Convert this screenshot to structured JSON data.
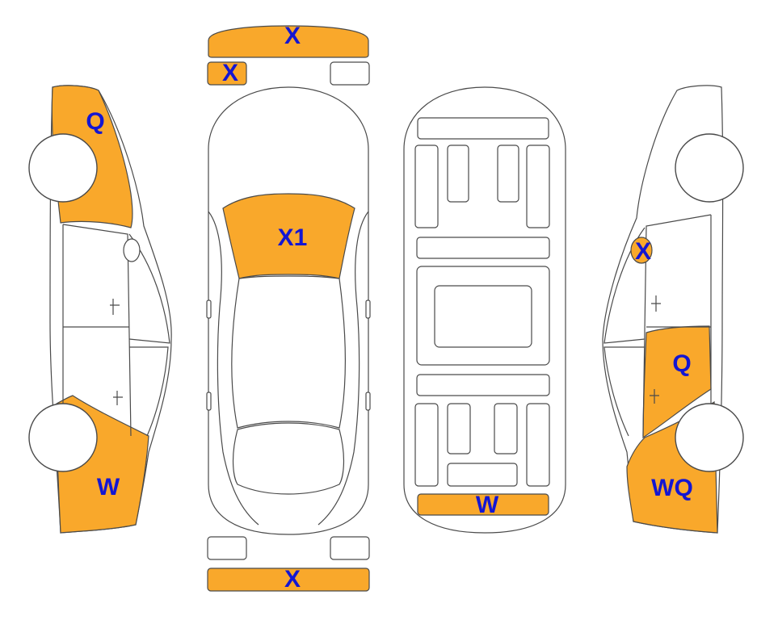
{
  "colors": {
    "highlight": "#F9A82B",
    "label": "#1416D2",
    "outline": "#4a4a4a",
    "background": "#ffffff"
  },
  "labels": {
    "top_front_bumper": "X",
    "top_front_left_light": "X",
    "top_hood": "X1",
    "top_rear_bumper": "X",
    "left_front_fender": "Q",
    "left_rear_quarter": "W",
    "underbody_rear": "W",
    "right_mirror": "X",
    "right_rear_door": "Q",
    "right_rear_quarter": "WQ"
  }
}
